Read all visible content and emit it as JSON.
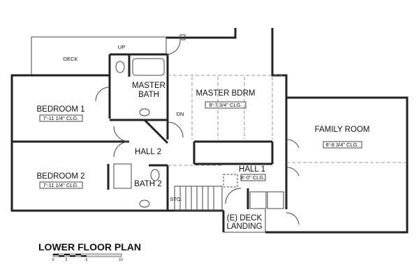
{
  "plan": {
    "title": "LOWER FLOOR PLAN",
    "rooms": {
      "deck": "DECK",
      "up": "UP",
      "master_bath_1": "MASTER",
      "master_bath_2": "BATH",
      "master_bdrm": "MASTER BDRM",
      "master_bdrm_clg": "8'-7 3/4\" CLG.",
      "dn": "DN",
      "bedroom1": "BEDROOM 1",
      "bedroom1_clg": "7'-11 1/4\" CLG.",
      "bedroom2": "BEDROOM 2",
      "bedroom2_clg": "7'-11 1/4\" CLG.",
      "hall2": "HALL 2",
      "bath2": "BATH 2",
      "sto": "STO.",
      "hall1": "HALL 1",
      "hall1_clg": "8'-0\" CLG.",
      "family": "FAMILY ROOM",
      "family_clg": "8'-8 3/4\" CLG.",
      "deck_landing_1": "(E) DECK",
      "deck_landing_2": "LANDING"
    },
    "scale_ticks": [
      "0",
      "2",
      "5",
      "10"
    ]
  }
}
